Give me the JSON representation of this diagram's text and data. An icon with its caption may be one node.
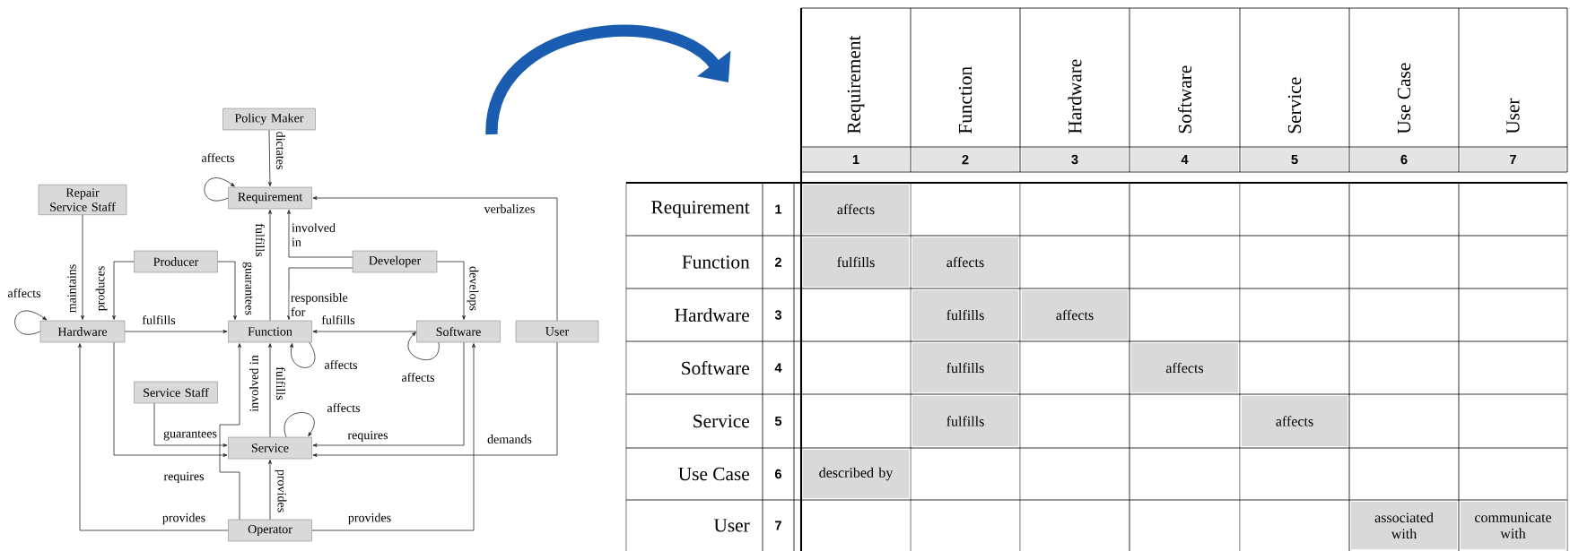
{
  "diagram": {
    "nodes": [
      {
        "text": [
          "Policy Maker"
        ]
      },
      {
        "text": [
          "Requirement"
        ]
      },
      {
        "text": [
          "Repair Service Staff"
        ]
      },
      {
        "text": [
          "Producer"
        ]
      },
      {
        "text": [
          "Developer"
        ]
      },
      {
        "text": [
          "Hardware"
        ]
      },
      {
        "text": [
          "Function"
        ]
      },
      {
        "text": [
          "Software"
        ]
      },
      {
        "text": [
          "User"
        ]
      },
      {
        "text": [
          "Service Staff"
        ]
      },
      {
        "text": [
          "Service"
        ]
      },
      {
        "text": [
          "Operator"
        ]
      }
    ],
    "edges": [
      {
        "from": 0,
        "to": 1,
        "arrow": "to",
        "label": "dictates"
      },
      {
        "from": 1,
        "to": 1,
        "arrow": "to",
        "label": "affects"
      },
      {
        "from": 2,
        "to": 5,
        "arrow": "to",
        "label": "maintains"
      },
      {
        "from": 3,
        "to": 5,
        "arrow": "to",
        "label": "produces"
      },
      {
        "from": 3,
        "to": 6,
        "arrow": "to",
        "label": "guarantees"
      },
      {
        "from": 6,
        "to": 1,
        "arrow": "to",
        "label": "fulfills"
      },
      {
        "from": 4,
        "to": 1,
        "arrow": "to",
        "label": "involved in"
      },
      {
        "from": 4,
        "to": 6,
        "arrow": "to",
        "label": "responsible for"
      },
      {
        "from": 4,
        "to": 7,
        "arrow": "to",
        "label": "develops"
      },
      {
        "from": 8,
        "to": 1,
        "arrow": "to",
        "label": "verbalizes"
      },
      {
        "from": 5,
        "to": 5,
        "arrow": "to",
        "label": "affects"
      },
      {
        "from": 5,
        "to": 6,
        "arrow": "to",
        "label": "fulfills"
      },
      {
        "from": 7,
        "to": 6,
        "arrow": "to",
        "label": "fulfills"
      },
      {
        "from": 6,
        "to": 6,
        "arrow": "to",
        "label": "affects"
      },
      {
        "from": 7,
        "to": 7,
        "arrow": "to",
        "label": "affects"
      },
      {
        "from": 10,
        "to": 6,
        "arrow": "to",
        "label": "fulfills"
      },
      {
        "from": 10,
        "to": 10,
        "arrow": "to",
        "label": "affects"
      },
      {
        "from": 9,
        "to": 10,
        "arrow": "to",
        "label": "guarantees"
      },
      {
        "from": 5,
        "to": 10,
        "arrow": "to",
        "label": "requires"
      },
      {
        "from": 7,
        "to": 10,
        "arrow": "to",
        "label": "requires"
      },
      {
        "from": 8,
        "to": 10,
        "arrow": "to",
        "label": "demands"
      },
      {
        "from": 11,
        "to": 10,
        "arrow": "to",
        "label": "provides"
      },
      {
        "from": 11,
        "to": 5,
        "arrow": "to",
        "label": "provides"
      },
      {
        "from": 11,
        "to": 7,
        "arrow": "to",
        "label": "provides"
      },
      {
        "from": 11,
        "to": 6,
        "arrow": "to",
        "label": "involved in"
      }
    ],
    "labels": [
      "Requirement",
      "Function",
      "Hardware",
      "Software",
      "Service",
      "Use Case",
      "User",
      "1",
      "2",
      "3",
      "4",
      "5",
      "6",
      "7",
      "Requirement",
      "1",
      "affects",
      "Function",
      "2",
      "fulfills",
      "affects",
      "Hardware",
      "3",
      "fulfills",
      "affects",
      "Software",
      "4",
      "fulfills",
      "affects",
      "Service",
      "5",
      "fulfills",
      "affects",
      "Use Case",
      "6",
      "described by",
      "User",
      "7",
      "associated with",
      "communicate with"
    ]
  }
}
